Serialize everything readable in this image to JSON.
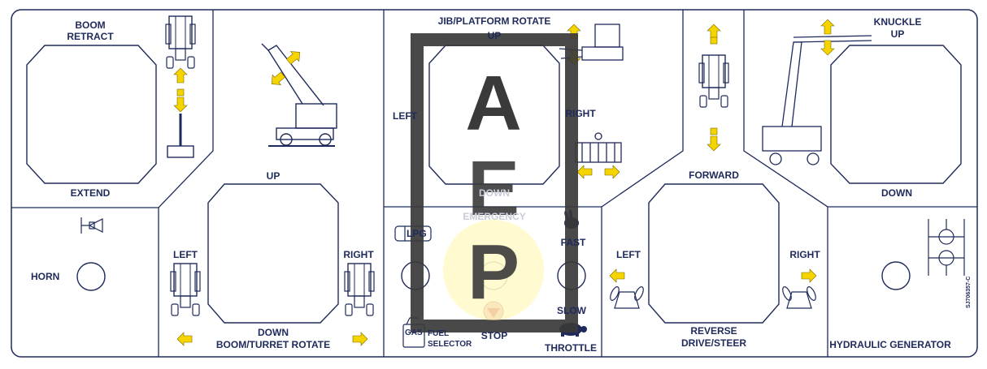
{
  "panel": {
    "boom_telescope": {
      "top_label": "BOOM",
      "top_label2": "RETRACT",
      "bottom_label": "EXTEND"
    },
    "boom_lift": {
      "up_label": "UP",
      "down_label": "DOWN",
      "left_label": "LEFT",
      "right_label": "RIGHT",
      "title": "BOOM/TURRET ROTATE"
    },
    "jib_platform": {
      "title": "JIB/PLATFORM ROTATE",
      "up_label": "UP",
      "left_label": "LEFT",
      "right_label": "RIGHT",
      "down_label": "DOWN"
    },
    "emergency": {
      "label": "EMERGENCY",
      "stop_label": "STOP"
    },
    "fuel": {
      "lpg_label": "LPG",
      "gas_label": "GAS",
      "selector_label": "FUEL",
      "selector_label2": "SELECTOR"
    },
    "throttle": {
      "fast_label": "FAST",
      "slow_label": "SLOW",
      "title": "THROTTLE"
    },
    "drive": {
      "forward_label": "FORWARD",
      "reverse_label": "REVERSE",
      "left_label": "LEFT",
      "right_label": "RIGHT",
      "title": "DRIVE/STEER"
    },
    "knuckle": {
      "up_label": "KNUCKLE",
      "up_label2": "UP",
      "down_label": "DOWN"
    },
    "horn": {
      "label": "HORN"
    },
    "hydraulic": {
      "label": "HYDRAULIC GENERATOR"
    },
    "part_code": "SJ706357-C"
  },
  "watermark": {
    "letter1": "A",
    "letter2": "E",
    "letter3": "P"
  },
  "colors": {
    "ink": "#1f2a5c",
    "arrow": "#f5d400",
    "watermark": "#3a3a3a"
  }
}
